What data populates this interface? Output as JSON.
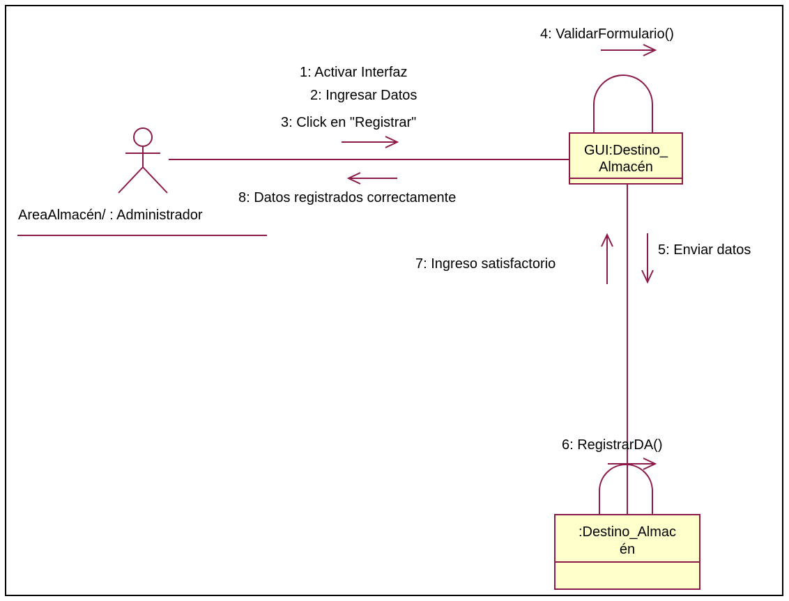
{
  "colors": {
    "line": "#8b1a4a",
    "box_fill": "#ffffcc",
    "text": "#000000"
  },
  "actor": {
    "name": "AreaAlmacén/ : Administrador"
  },
  "objects": {
    "gui": {
      "line1": "GUI:Destino_",
      "line2": "Almacén"
    },
    "entity": {
      "line1": ":Destino_Almac",
      "line2": "én"
    }
  },
  "messages": {
    "m1": "1: Activar Interfaz",
    "m2": "2: Ingresar Datos",
    "m3": "3: Click en \"Registrar\"",
    "m4": "4: ValidarFormulario()",
    "m5": "5: Enviar datos",
    "m6": "6: RegistrarDA()",
    "m7": "7: Ingreso satisfactorio",
    "m8": "8: Datos registrados correctamente"
  }
}
